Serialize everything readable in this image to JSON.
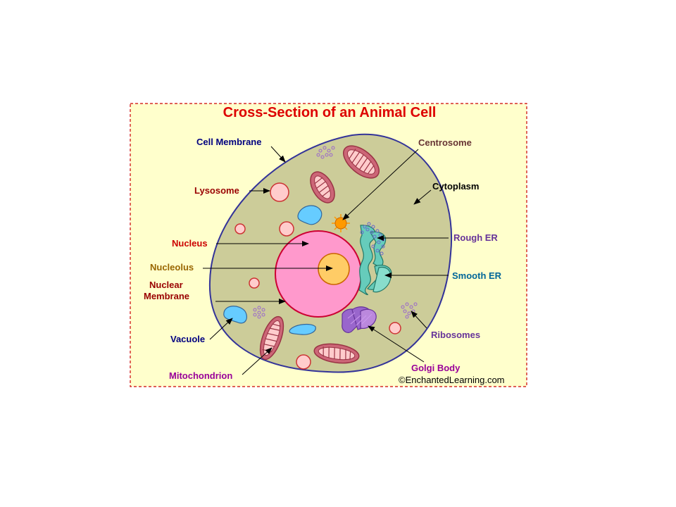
{
  "title": "Cross-Section of an Animal Cell",
  "labels": {
    "cell_membrane": "Cell Membrane",
    "lysosome": "Lysosome",
    "nucleus": "Nucleus",
    "nucleolus": "Nucleolus",
    "nuclear_membrane_1": "Nuclear",
    "nuclear_membrane_2": "Membrane",
    "vacuole": "Vacuole",
    "mitochondrion": "Mitochondrion",
    "centrosome": "Centrosome",
    "cytoplasm": "Cytoplasm",
    "rough_er": "Rough ER",
    "smooth_er": "Smooth ER",
    "ribosomes": "Ribosomes",
    "golgi_body": "Golgi Body"
  },
  "copyright": "©EnchantedLearning.com",
  "colors": {
    "background": "#ffffcc",
    "border": "#cc0000",
    "title": "#dd0000",
    "cytoplasm": "#cccc99",
    "cell_outline": "#333399",
    "nucleus": "#ff99cc",
    "nucleus_outline": "#cc0033",
    "nucleolus": "#ffcc66",
    "vacuole": "#66ccff",
    "lysosome": "#ffcccc",
    "mitochondrion": "#cc6677",
    "golgi": "#9966cc",
    "smooth_er": "#66ccbb",
    "ribosome": "#9966cc",
    "centrosome": "#ff9900",
    "label_navy": "#000080",
    "label_maroon": "#990000",
    "label_red": "#cc0000",
    "label_olive": "#996600",
    "label_purple": "#663399",
    "label_magenta": "#990099",
    "label_teal": "#006699",
    "label_black": "#000000",
    "label_brown": "#663333"
  }
}
